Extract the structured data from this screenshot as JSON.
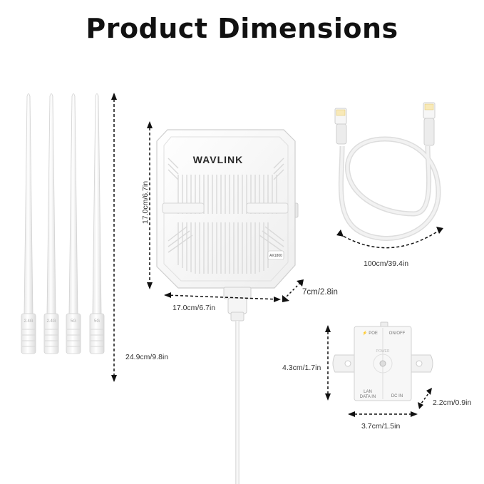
{
  "title": "Product Dimensions",
  "brand": "WAVLINK",
  "router": {
    "height_label": "17.0cm/6.7in",
    "width_label": "17.0cm/6.7in",
    "depth_label": "7cm/2.8in",
    "badge": "AX1800"
  },
  "antennas": {
    "length_label": "24.9cm/9.8in",
    "bands": [
      "2.4G",
      "2.4G",
      "5G",
      "5G"
    ]
  },
  "cable": {
    "length_label": "100cm/39.4in"
  },
  "poe": {
    "height_label": "4.3cm/1.7in",
    "width_label": "3.7cm/1.5in",
    "depth_label": "2.2cm/0.9in",
    "text_poe": "⚡ POE",
    "text_onoff": "ON/OFF",
    "text_lan": "LAN\nDATA IN",
    "text_dc": "DC IN",
    "text_power": "POWER"
  },
  "colors": {
    "device": "#f4f4f4",
    "outline": "#cfcfcf",
    "dimension_line": "#111111"
  }
}
